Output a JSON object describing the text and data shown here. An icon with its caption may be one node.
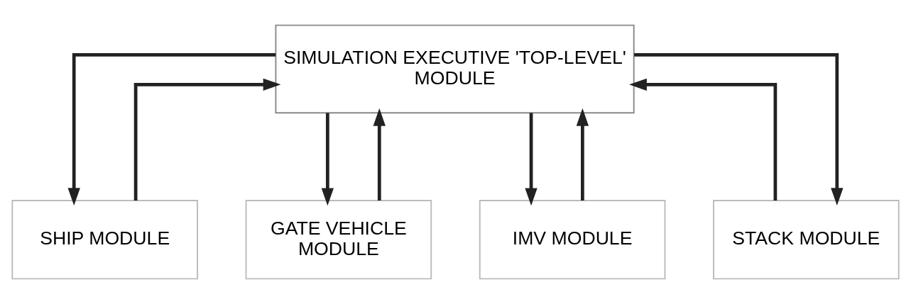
{
  "diagram": {
    "nodes": [
      {
        "text": [
          "SIMULATION EXECUTIVE 'TOP-LEVEL' MODULE"
        ]
      },
      {
        "text": [
          "SHIP MODULE"
        ]
      },
      {
        "text": [
          "GATE VEHICLE MODULE"
        ]
      },
      {
        "text": [
          "IMV MODULE"
        ]
      },
      {
        "text": [
          "STACK MODULE"
        ]
      }
    ],
    "edges": [
      {
        "from": 0,
        "to": 1,
        "arrow": "to"
      },
      {
        "from": 1,
        "to": 0,
        "arrow": "to"
      },
      {
        "from": 0,
        "to": 2,
        "arrow": "to"
      },
      {
        "from": 2,
        "to": 0,
        "arrow": "to"
      },
      {
        "from": 0,
        "to": 3,
        "arrow": "to"
      },
      {
        "from": 3,
        "to": 0,
        "arrow": "to"
      },
      {
        "from": 0,
        "to": 4,
        "arrow": "to"
      },
      {
        "from": 4,
        "to": 0,
        "arrow": "to"
      }
    ]
  }
}
